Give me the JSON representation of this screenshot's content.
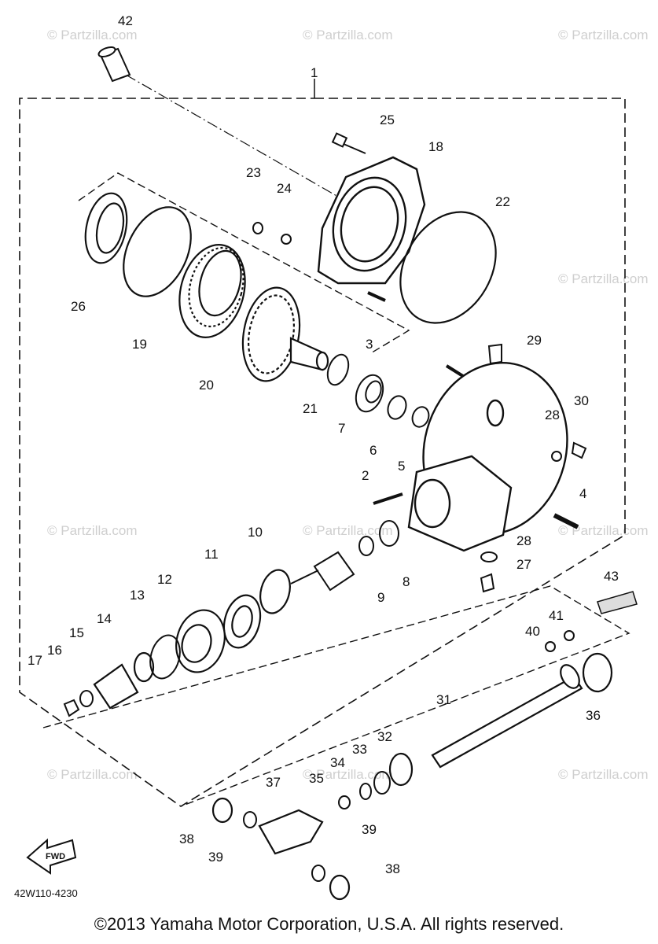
{
  "diagram": {
    "part_code": "42W110-4230",
    "direction_label": "FWD",
    "copyright": "©2013 Yamaha Motor Corporation, U.S.A. All rights reserved.",
    "watermark": "© Partzilla.com",
    "callouts": [
      "42",
      "1",
      "25",
      "18",
      "23",
      "24",
      "22",
      "26",
      "19",
      "20",
      "3",
      "29",
      "21",
      "7",
      "6",
      "5",
      "30",
      "28",
      "2",
      "4",
      "10",
      "11",
      "12",
      "13",
      "14",
      "15",
      "16",
      "17",
      "9",
      "8",
      "28",
      "27",
      "43",
      "41",
      "40",
      "36",
      "31",
      "32",
      "33",
      "34",
      "35",
      "37",
      "38",
      "39",
      "39",
      "38"
    ]
  }
}
